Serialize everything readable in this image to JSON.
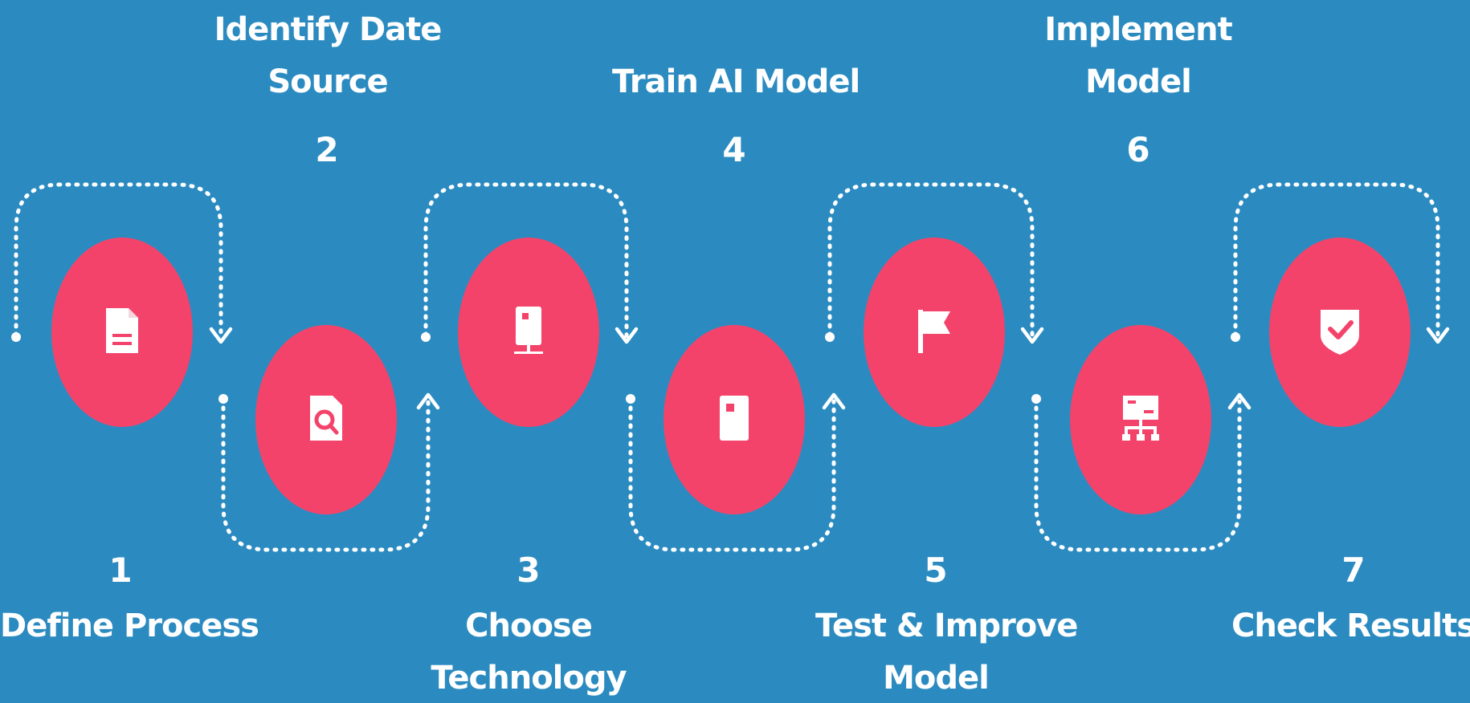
{
  "colors": {
    "background": "#2b8bc0",
    "circle": "#f4436a",
    "text": "#ffffff",
    "path": "#ffffff"
  },
  "steps": [
    {
      "number": "1",
      "label_line1": "Define Process",
      "label_line2": "",
      "icon": "document-icon"
    },
    {
      "number": "2",
      "label_line1": "Identify Date",
      "label_line2": "Source",
      "icon": "file-search-icon"
    },
    {
      "number": "3",
      "label_line1": "Choose",
      "label_line2": "Technology",
      "icon": "server-icon"
    },
    {
      "number": "4",
      "label_line1": "Train AI Model",
      "label_line2": "",
      "icon": "notebook-icon"
    },
    {
      "number": "5",
      "label_line1": "Test & Improve",
      "label_line2": "Model",
      "icon": "flag-icon"
    },
    {
      "number": "6",
      "label_line1": "Implement",
      "label_line2": "Model",
      "icon": "hierarchy-board-icon"
    },
    {
      "number": "7",
      "label_line1": "Check Results",
      "label_line2": "",
      "icon": "shield-check-icon"
    }
  ]
}
